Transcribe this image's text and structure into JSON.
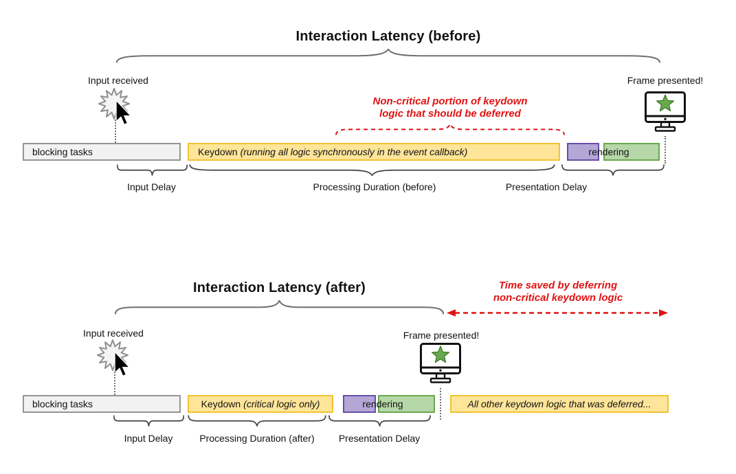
{
  "before": {
    "title": "Interaction Latency (before)",
    "input_received": "Input received",
    "frame_presented": "Frame presented!",
    "annotation": {
      "line1": "Non-critical portion of keydown",
      "line2": "logic that should be deferred"
    },
    "bars": {
      "blocking": "blocking tasks",
      "keydown_prefix": "Keydown",
      "keydown_detail": "(running all logic synchronously in the event callback)",
      "rendering": "rendering"
    },
    "measures": {
      "input_delay": "Input Delay",
      "processing": "Processing Duration (before)",
      "presentation": "Presentation Delay"
    }
  },
  "after": {
    "title": "Interaction Latency (after)",
    "input_received": "Input received",
    "frame_presented": "Frame presented!",
    "annotation": {
      "line1": "Time saved by deferring",
      "line2": "non-critical keydown logic"
    },
    "bars": {
      "blocking": "blocking tasks",
      "keydown_prefix": "Keydown",
      "keydown_detail": "(critical logic only)",
      "rendering": "rendering",
      "deferred": "All other keydown logic that was deferred..."
    },
    "measures": {
      "input_delay": "Input Delay",
      "processing": "Processing Duration (after)",
      "presentation": "Presentation Delay"
    }
  },
  "colors": {
    "yellow_fill": "#FFE599",
    "yellow_border": "#F1C232",
    "purple_fill": "#B4A7D6",
    "purple_border": "#674EA7",
    "green_fill": "#B6D7A8",
    "green_border": "#6AA84F",
    "gray_fill": "#F2F2F2",
    "gray_border": "#949494",
    "annotation_red": "#E11212",
    "star_green": "#6AA84F",
    "star_green_dark": "#38761D"
  },
  "icons": {
    "burst": "input-click-burst-icon",
    "cursor": "mouse-cursor-icon",
    "monitor": "monitor-frame-icon",
    "star": "star-icon"
  }
}
